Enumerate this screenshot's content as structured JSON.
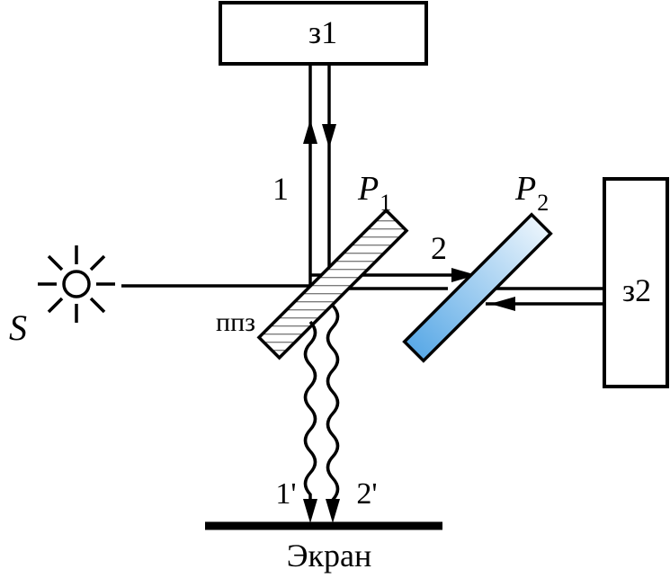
{
  "labels": {
    "mirror1": "з1",
    "mirror2": "з2",
    "beam1": "1",
    "beam2": "2",
    "plate1_letter": "P",
    "plate1_sub": "1",
    "plate2_letter": "P",
    "plate2_sub": "2",
    "splitter": "ппз",
    "source": "S",
    "out1": "1'",
    "out2": "2'",
    "screen": "Экран"
  },
  "colors": {
    "line": "#000000",
    "plate2_fill_start": "#5aa9e6",
    "plate2_fill_end": "#eaf4fc"
  },
  "icons": {
    "source": "light-source-icon"
  }
}
